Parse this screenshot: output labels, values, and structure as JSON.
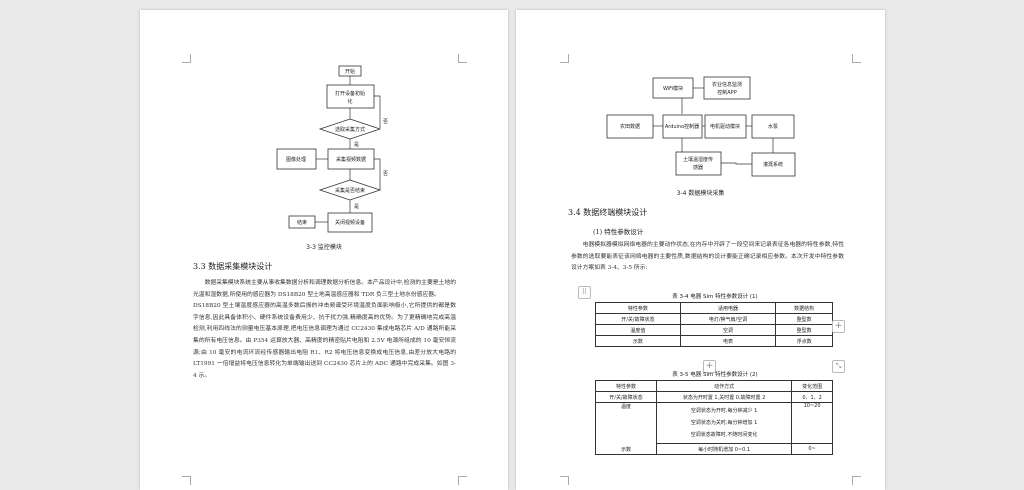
{
  "page1": {
    "flowchart": {
      "start": "开始",
      "init": "打开设备初始化",
      "choose": "选取采集方式",
      "no_label_1": "否",
      "yes_label_1": "是",
      "image_proc": "图像处理",
      "collect": "采集视频数据",
      "collect_done": "采集是否结束",
      "no_label_2": "否",
      "yes_label_2": "是",
      "end": "结束",
      "close": "关闭视频设备"
    },
    "figure_caption": "3-3 监控模块",
    "section_title": "3.3 数据采集模块设计",
    "paragraphs": [
      "数据采集模块系统主要从事收集数据分析和调理数据分析信息。本产品设计中,检测的主要是土地的光温和湿数据,所使用的感应器为 DS18B20 型土地高温感应器和 TDR 负三型土地水份感应器。",
      "DS18B20 型土壤温度感应器的高温多数后振的冲击频谱受环境温度负面影响极小,它所提供的都是数字信息,因此具备体积小、硬件系统设备费用少、抗干扰力强,精确度高的优势。为了更精确地完成高温检测,利用四线法的测量电压基本原理,把电压信息调理为通过 CC2430 集成电路芯片 A/D 通路所能采集的所有电压信息。由 P354 运算放大器、高精度的精密贴片电阻和 2.5V 电源所组成的 10 毫安恒流源;由 10 毫安的电流环流经传感器输出电阻 R1、R2 将电压信息变换成电压信息,由差分放大电路的 LT1991 一倍增益将电压信息转化为单端输出送到 CC2430 芯片上的 ADC 通路中完成采集。如图 3-4 示。"
    ]
  },
  "page2": {
    "diagram": {
      "wifi": "WiFi模块",
      "app": "农业信息监测控制APP",
      "farm_data": "农田数据",
      "arduino": "Arduino控制器",
      "motor": "电机驱动模块",
      "pump": "水泵",
      "sensor": "土壤温湿度传感器",
      "irrigation": "灌溉系统"
    },
    "figure_caption": "3-4 数据模块采集",
    "section_title": "3.4 数据终端模块设计",
    "sub_title": "(1) 特性参数设计",
    "paragraph": "电器模拟器模拟网络电器的主要动作状态,在内存中开辟了一段空间来记录表征各电器的特性参数,特性参数的选取要能表征该网络电器的主要性质,数据结构的设计要能正确记录相应参数。本次开发中特性参数设计方案如表 3-4、3-5 所示:",
    "table1": {
      "caption": "表 3-4   电器 Sim 特性参数设计 (1)",
      "headers": [
        "特性参数",
        "适用电器",
        "数据结构"
      ],
      "rows": [
        [
          "开/关/故障状态",
          "电灯/换气扇/空调",
          "整型数"
        ],
        [
          "温度值",
          "空调",
          "整型数"
        ],
        [
          "示数",
          "电表",
          "浮点数"
        ]
      ]
    },
    "table2": {
      "caption": "表 3-5   电器 Sim 特性参数设计 (2)",
      "headers": [
        "特性参数",
        "动作方式",
        "变化范围"
      ],
      "row1": [
        "开/关/故障状态",
        "状态为开时置 1,关时置 0,故障时置 2",
        "0、1、2"
      ],
      "row2_param": "温度",
      "row2_actions": [
        "空调状态为开时,每分钟减少 1",
        "空调状态为关时,每分钟增加 1",
        "空调状态故障时,不随时间变化"
      ],
      "row2_range": "10~20",
      "row3": [
        "示数",
        "每小时随机增加 0~0.1",
        "0~"
      ]
    }
  }
}
